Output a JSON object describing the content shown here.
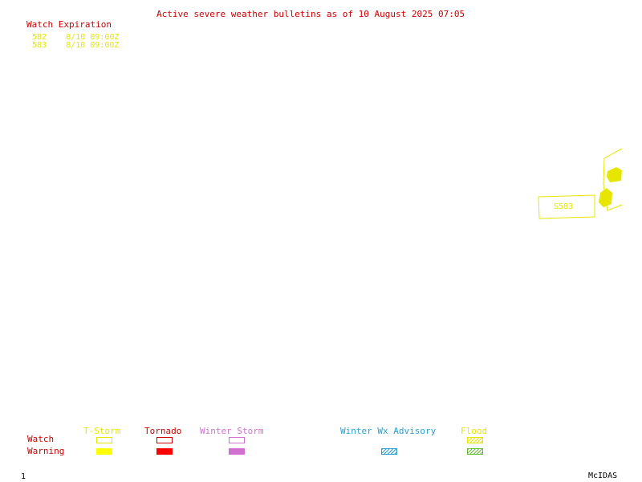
{
  "title": "Active severe weather bulletins as of 10 August 2025 07:05",
  "watch_header": "Watch Expiration",
  "watches": [
    {
      "id": "582",
      "expires": "8/10 09:00Z"
    },
    {
      "id": "583",
      "expires": "8/10 09:00Z"
    }
  ],
  "map_labels": [
    {
      "text": "S583"
    }
  ],
  "legend": {
    "row_watch": "Watch",
    "row_warning": "Warning",
    "columns": [
      {
        "label": "T-Storm",
        "color": "#e6e600"
      },
      {
        "label": "Tornado",
        "color": "#ff0000"
      },
      {
        "label": "Winter Storm",
        "color": "#d070d0"
      },
      {
        "label": "Winter Wx Advisory",
        "color": "#2a9fd0"
      },
      {
        "label": "Flood",
        "color": "#66bb33"
      }
    ]
  },
  "footer": {
    "frame_number": "1",
    "brand": "McIDAS"
  }
}
